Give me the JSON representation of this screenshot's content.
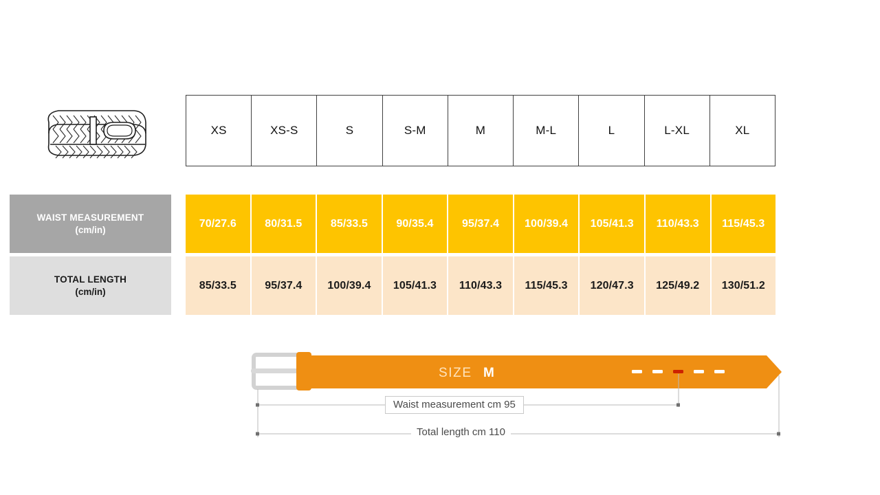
{
  "product": {
    "icon_name": "braided-belt-illustration"
  },
  "table": {
    "size_headers": [
      "XS",
      "XS-S",
      "S",
      "S-M",
      "M",
      "M-L",
      "L",
      "L-XL",
      "XL"
    ],
    "rows": [
      {
        "label_main": "WAIST MEASUREMENT",
        "label_sub": "(cm/in)",
        "values": [
          "70/27.6",
          "80/31.5",
          "85/33.5",
          "90/35.4",
          "95/37.4",
          "100/39.4",
          "105/41.3",
          "110/43.3",
          "115/45.3"
        ]
      },
      {
        "label_main": "TOTAL LENGTH",
        "label_sub": "(cm/in)",
        "values": [
          "85/33.5",
          "95/37.4",
          "100/39.4",
          "105/41.3",
          "110/43.3",
          "115/45.3",
          "120/47.3",
          "125/49.2",
          "130/51.2"
        ]
      }
    ]
  },
  "diagram": {
    "size_label": "SIZE",
    "size_value": "M",
    "waist_dimension": "Waist measurement cm 95",
    "total_dimension": "Total length cm 110",
    "holes": 5,
    "highlighted_hole_index": 2
  },
  "colors": {
    "belt_orange": "#ef8f13",
    "row_waist_bg": "#fec400",
    "row_length_bg": "#fce5c8",
    "label_waist_bg": "#a6a6a6",
    "label_length_bg": "#dedede",
    "highlight_hole": "#cc2200",
    "buckle_gray": "#d8d8d8",
    "border_dark": "#404040"
  }
}
